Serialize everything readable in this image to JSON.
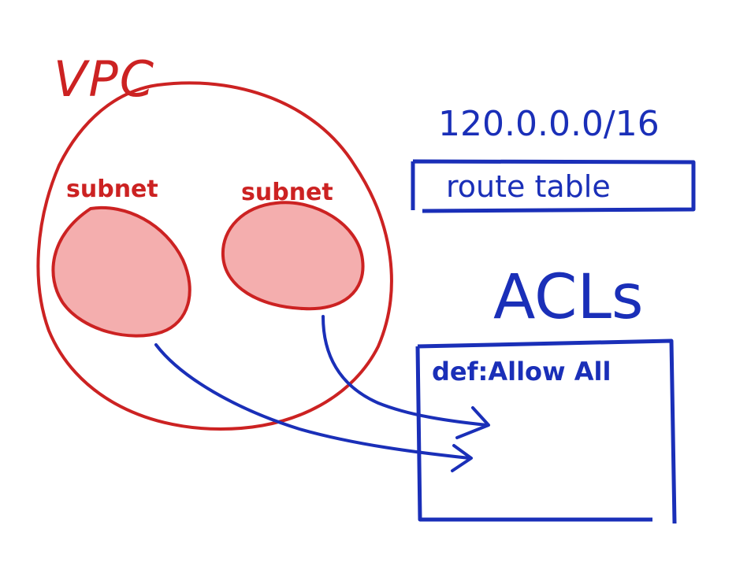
{
  "vpc": {
    "label": "VPC",
    "color": "#cc2222"
  },
  "subnets": [
    {
      "label": "subnet",
      "fill": "#f4aeae",
      "stroke": "#cc2222"
    },
    {
      "label": "subnet",
      "fill": "#f4aeae",
      "stroke": "#cc2222"
    }
  ],
  "cidr": {
    "text": "120.0.0.0/16",
    "color": "#1a2fb8"
  },
  "route_table": {
    "label": "route table",
    "color": "#1a2fb8"
  },
  "acls": {
    "title": "ACLs",
    "rule": "def:Allow All",
    "color": "#1a2fb8"
  }
}
